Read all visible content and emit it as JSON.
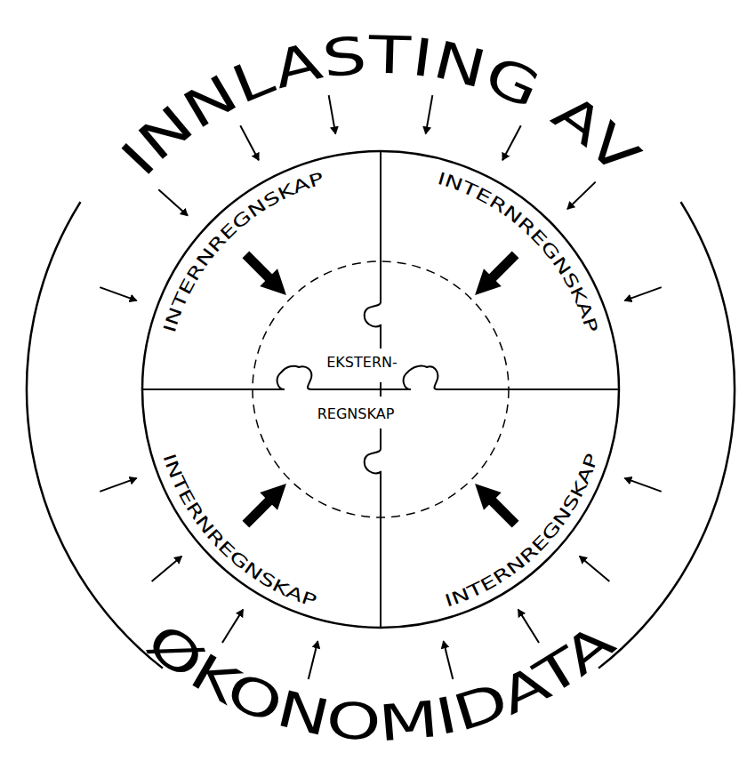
{
  "diagram": {
    "nodes": [
      {
        "text": [
          "INNLASTING AV",
          "ØKONOMIDATA"
        ]
      },
      {
        "text": [
          "INTERNREGNSKAP"
        ],
        "in": 0
      },
      {
        "text": [
          "INTERNREGNSKAP"
        ],
        "in": 0
      },
      {
        "text": [
          "INTERNREGNSKAP"
        ],
        "in": 0
      },
      {
        "text": [
          "INTERNREGNSKAP"
        ],
        "in": 0
      },
      {
        "text": [
          "EKSTERN-",
          "REGNSKAP"
        ],
        "in": 0
      }
    ],
    "edges": [
      {
        "from": 1,
        "to": 5,
        "arrow": "to"
      },
      {
        "from": 2,
        "to": 5,
        "arrow": "to"
      },
      {
        "from": 3,
        "to": 5,
        "arrow": "to"
      },
      {
        "from": 4,
        "to": 5,
        "arrow": "to"
      }
    ]
  }
}
